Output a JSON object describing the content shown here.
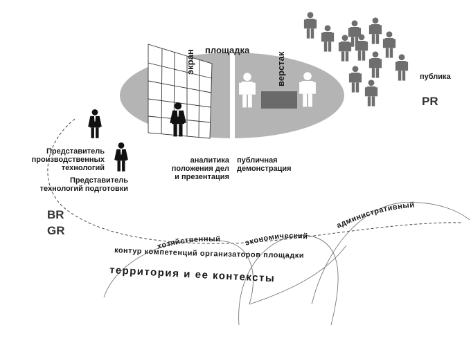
{
  "diagram": {
    "stage_label": "площадка",
    "screen_label": "экран",
    "workbench_label": "верстак",
    "audience_label": "публика",
    "pr_label": "PR",
    "br_label": "BR",
    "gr_label": "GR",
    "production_rep": [
      "Представитель",
      "производственных",
      "технологий"
    ],
    "training_rep": [
      "Представитель",
      "технологий подготовки"
    ],
    "analytics_caption": [
      "аналитика",
      "положения дел",
      "и презентация"
    ],
    "public_demo_caption": [
      "публичная",
      "демонстрация"
    ],
    "contexts": {
      "economic_household": "хозяйственный",
      "economic": "экономический",
      "administrative": "административный"
    },
    "competence_contour": "контур компетенций организаторов площадки",
    "territory": "территория и ее контексты"
  },
  "colors": {
    "stage_fill": "#b4b4b4",
    "workbench_fill": "#6a6a6a",
    "figure_dark": "#6e6e6e",
    "figure_light": "#ffffff",
    "line": "#555555"
  }
}
